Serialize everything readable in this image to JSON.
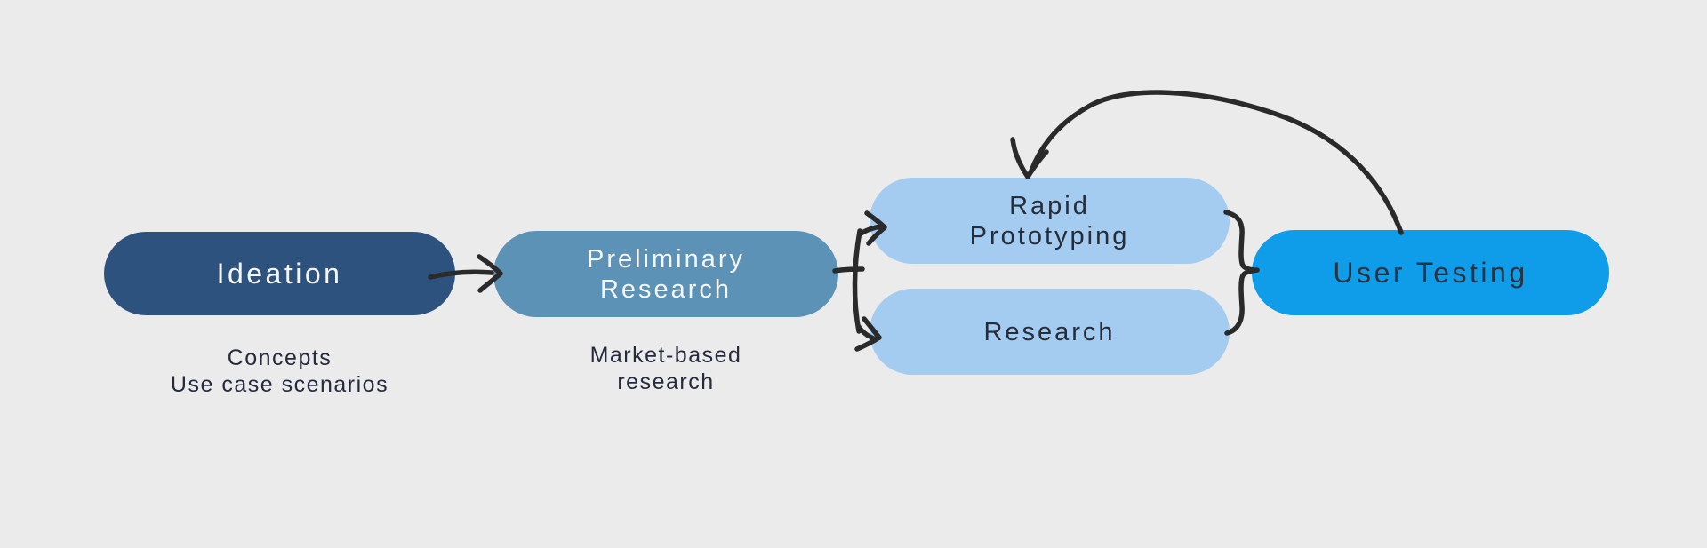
{
  "colors": {
    "background": "#ebebeb",
    "ink": "#2a2a2a",
    "light_text": "#f4f6f9",
    "dark_text": "#262c38",
    "caption_text": "#252b3d"
  },
  "nodes": {
    "ideation": {
      "label": "Ideation",
      "fill": "#2d527e",
      "text_color": "#f4f6f9",
      "caption_line1": "Concepts",
      "caption_line2": "Use case scenarios"
    },
    "preliminary_research": {
      "label_line1": "Preliminary",
      "label_line2": "Research",
      "fill": "#5b92b5",
      "text_color": "#f4f6f9",
      "caption_line1": "Market-based",
      "caption_line2": "research"
    },
    "rapid_prototyping": {
      "label_line1": "Rapid",
      "label_line2": "Prototyping",
      "fill": "#a4ccf0",
      "text_color": "#262c38"
    },
    "research": {
      "label": "Research",
      "fill": "#a4ccf0",
      "text_color": "#262c38"
    },
    "user_testing": {
      "label": "User Testing",
      "fill": "#0f9ce8",
      "text_color": "#2c3340"
    }
  },
  "connectors": [
    {
      "name": "arrow-ideation-to-preliminary-research",
      "kind": "hand-drawn-arrow"
    },
    {
      "name": "fork-arrow-preliminary-to-rapid-and-research",
      "kind": "hand-drawn-forked-arrow"
    },
    {
      "name": "brace-rapid-and-research-to-user-testing",
      "kind": "hand-drawn-curly-brace"
    },
    {
      "name": "loop-arrow-user-testing-to-rapid-prototyping",
      "kind": "hand-drawn-curved-arrow"
    }
  ]
}
